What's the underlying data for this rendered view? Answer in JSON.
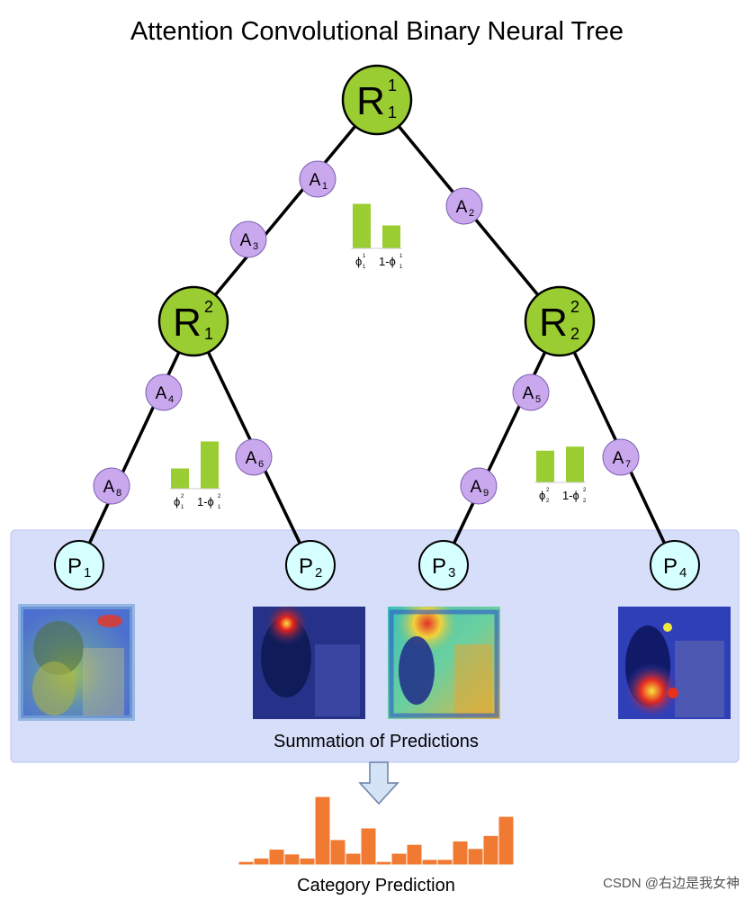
{
  "title": "Attention Convolutional Binary Neural Tree",
  "colors": {
    "root_node_fill": "#9acd32",
    "attention_node_fill": "#c9a8ee",
    "leaf_node_fill": "#d6ffff",
    "panel_fill": "#d7defa",
    "panel_border": "#b8c3ee",
    "bar_green": "#9acd32",
    "prediction_bar": "#f07a32",
    "arrow_fill": "#d5e3f7",
    "arrow_stroke": "#6a7fa8",
    "edge": "#000000"
  },
  "root_nodes": [
    {
      "id": "r11",
      "base": "R",
      "sup": "1",
      "sub": "1"
    },
    {
      "id": "r21",
      "base": "R",
      "sup": "2",
      "sub": "1"
    },
    {
      "id": "r22",
      "base": "R",
      "sup": "2",
      "sub": "2"
    }
  ],
  "attention_nodes": [
    {
      "id": "a1",
      "base": "A",
      "sub": "1"
    },
    {
      "id": "a2",
      "base": "A",
      "sub": "2"
    },
    {
      "id": "a3",
      "base": "A",
      "sub": "3"
    },
    {
      "id": "a4",
      "base": "A",
      "sub": "4"
    },
    {
      "id": "a5",
      "base": "A",
      "sub": "5"
    },
    {
      "id": "a6",
      "base": "A",
      "sub": "6"
    },
    {
      "id": "a7",
      "base": "A",
      "sub": "7"
    },
    {
      "id": "a8",
      "base": "A",
      "sub": "8"
    },
    {
      "id": "a9",
      "base": "A",
      "sub": "9"
    }
  ],
  "leaf_nodes": [
    {
      "id": "p1",
      "base": "P",
      "sub": "1"
    },
    {
      "id": "p2",
      "base": "P",
      "sub": "2"
    },
    {
      "id": "p3",
      "base": "P",
      "sub": "3"
    },
    {
      "id": "p4",
      "base": "P",
      "sub": "4"
    }
  ],
  "routing_bars": [
    {
      "id": "route-1",
      "phi_label": "ϕ",
      "phi_sub": "1",
      "phi_sup": "1",
      "comp_label": "1-ϕ",
      "comp_sub": "1",
      "comp_sup": "1",
      "phi": 0.66,
      "comp": 0.34
    },
    {
      "id": "route-2",
      "phi_label": "ϕ",
      "phi_sub": "1",
      "phi_sup": "2",
      "comp_label": "1-ϕ",
      "comp_sub": "1",
      "comp_sup": "2",
      "phi": 0.3,
      "comp": 0.7
    },
    {
      "id": "route-3",
      "phi_label": "ϕ",
      "phi_sub": "2",
      "phi_sup": "2",
      "comp_label": "1-ϕ",
      "comp_sub": "2",
      "comp_sup": "2",
      "phi": 0.47,
      "comp": 0.53
    }
  ],
  "panel_label": "Summation of Predictions",
  "output_label": "Category Prediction",
  "category_prediction_values": [
    0.05,
    0.1,
    0.23,
    0.16,
    0.1,
    1.0,
    0.37,
    0.17,
    0.54,
    0.05,
    0.17,
    0.3,
    0.08,
    0.08,
    0.35,
    0.24,
    0.43,
    0.71
  ],
  "watermark": "CSDN @右边是我女神"
}
